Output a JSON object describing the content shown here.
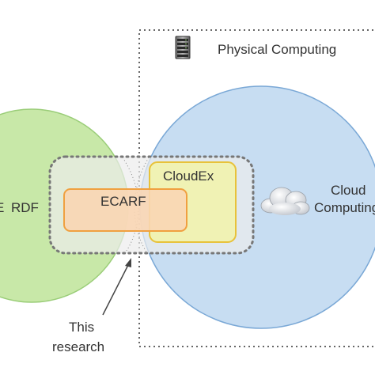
{
  "labels": {
    "physical_computing": "Physical Computing",
    "rdf": "RDF",
    "rdf_edge_mark": "E",
    "ecarf": "ECARF",
    "cloudex": "CloudEx",
    "cloud_computing_line1": "Cloud",
    "cloud_computing_line2": "Computing",
    "this_research_line1": "This",
    "this_research_line2": "research"
  },
  "icons": {
    "server": "server-rack-icon",
    "cloud": "cloud-icon"
  },
  "colors": {
    "rdf_circle_fill": "#c8e8a8",
    "rdf_circle_stroke": "#9acd78",
    "cloud_circle_fill": "#c7ddf2",
    "cloud_circle_stroke": "#7aa8d6",
    "research_box_fill": "#ececec",
    "cloudex_fill": "#f0f2b4",
    "cloudex_stroke": "#e8c23a",
    "ecarf_fill": "#f9d6b4",
    "ecarf_stroke": "#f0a040",
    "dotted_border": "#333333"
  }
}
